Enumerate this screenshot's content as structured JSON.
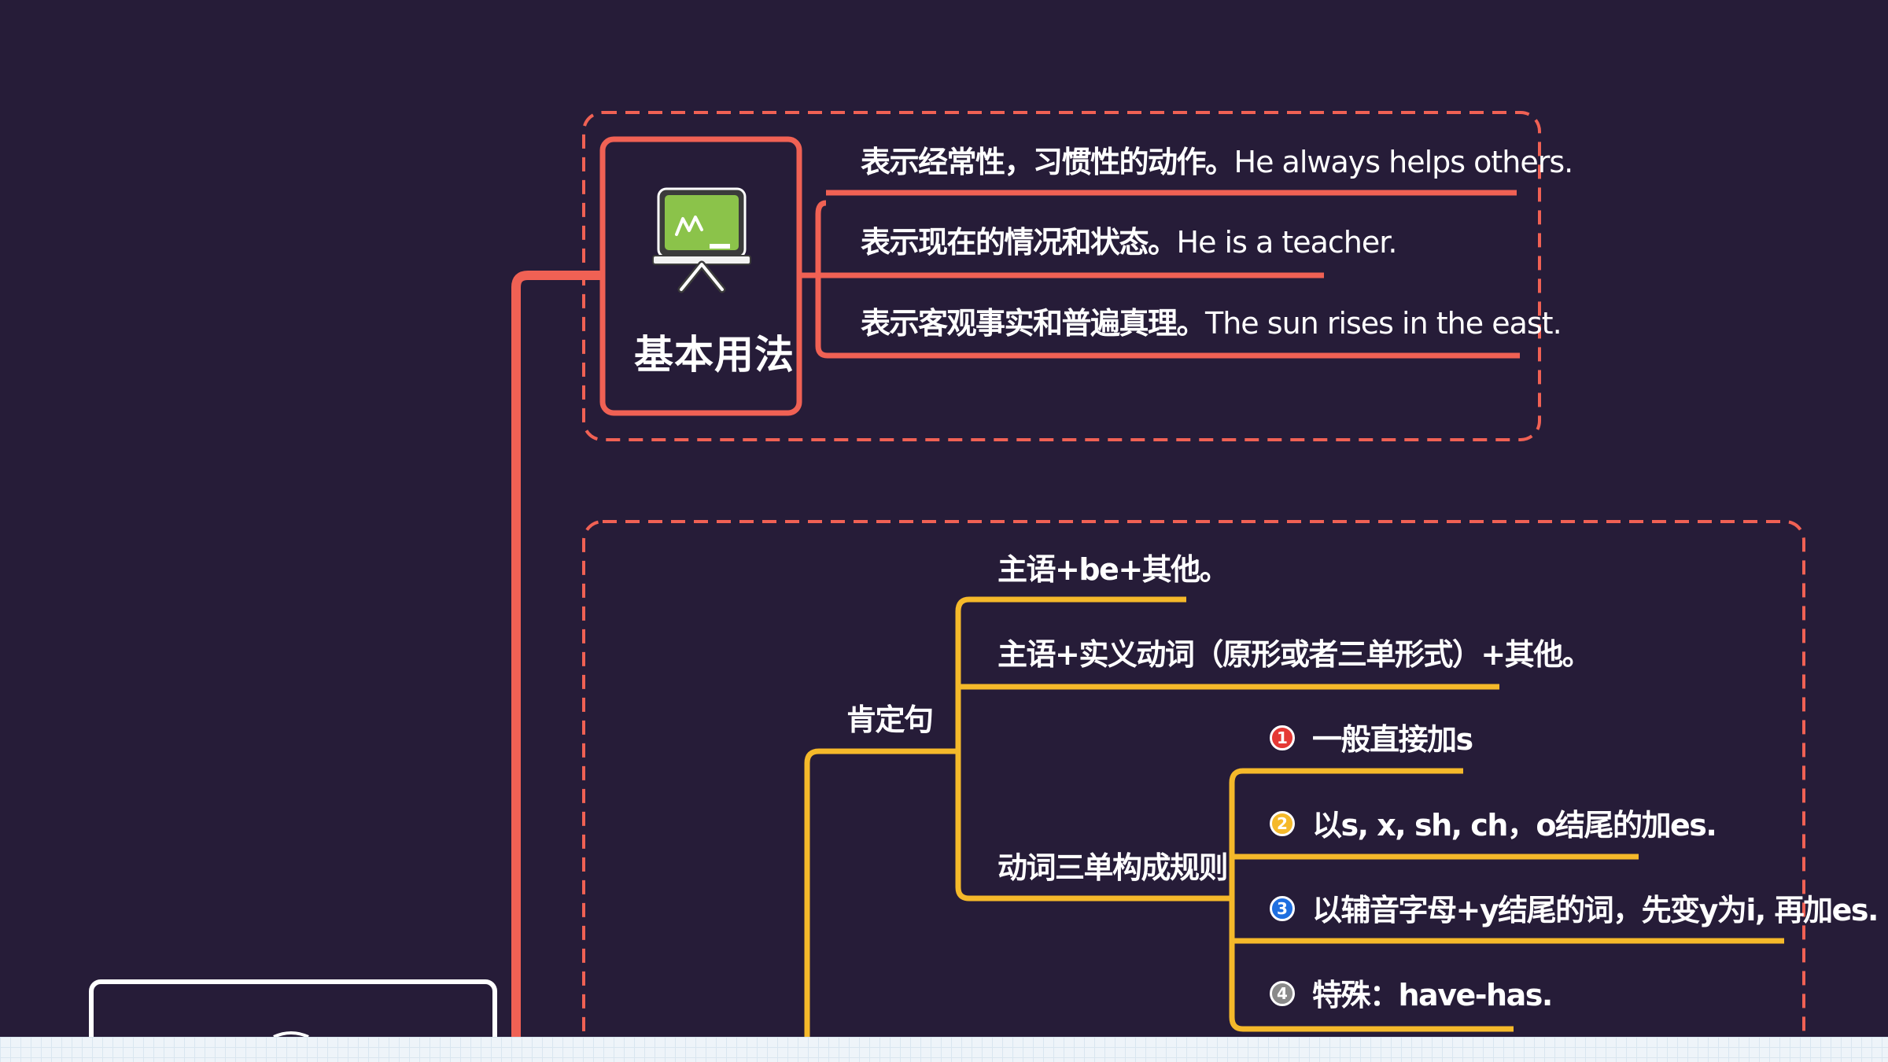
{
  "topic_basic": {
    "label": "基本用法",
    "items": [
      {
        "zh": "表示经常性，习惯性的动作。",
        "en": "He always helps others."
      },
      {
        "zh": "表示现在的情况和状态。",
        "en": "He is a teacher."
      },
      {
        "zh": "表示客观事实和普遍真理。",
        "en": "The sun rises in the east."
      }
    ]
  },
  "topic_structure": {
    "affirmative": {
      "label": "肯定句",
      "patterns": [
        "主语+be+其他。",
        "主语+实义动词（原形或者三单形式）+其他。"
      ],
      "third_person_rule": {
        "label": "动词三单构成规则",
        "rules": [
          {
            "number": "1",
            "text": "一般直接加s"
          },
          {
            "number": "2",
            "text": "以s, x, sh, ch，o结尾的加es."
          },
          {
            "number": "3",
            "text": "以辅音字母+y结尾的词，先变y为i, 再加es."
          },
          {
            "number": "4",
            "text": "特殊：have-has."
          }
        ]
      }
    }
  },
  "colors": {
    "background": "#261c38",
    "red_branch": "#f06154",
    "yellow_branch": "#f5b92a",
    "badge_red": "#e53935",
    "badge_yellow": "#f5b92a",
    "badge_blue": "#1f6fe0",
    "badge_gray": "#8a8a8a"
  },
  "icons": {
    "topic_basic": "chalkboard-easel-icon"
  }
}
